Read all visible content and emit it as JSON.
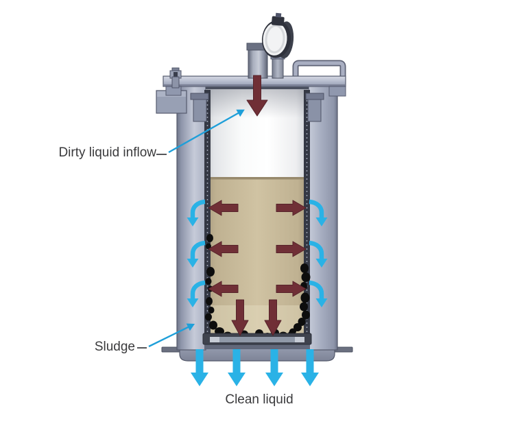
{
  "figure": {
    "type": "technical-diagram",
    "subject": "Bag filter vessel cross-section showing dirty liquid inflow, filtration through bag walls, sludge retention and clean liquid outflow",
    "labels": {
      "dirty_inflow": "Dirty liquid inflow",
      "sludge": "Sludge",
      "clean_liquid": "Clean liquid"
    },
    "colors": {
      "dirty_flow_arrow": "#702F36",
      "clean_flow_arrow": "#2AB2E6",
      "leader_line": "#1E9FD9",
      "label_text": "#3A3A3C",
      "vessel_steel_light": "#C6CBD9",
      "vessel_steel_mid": "#9AA1B6",
      "vessel_steel_dark": "#6F7589",
      "dirty_liquid_tan": "#D0C3A3",
      "filter_bag_white": "#FDFDFE",
      "sludge_black": "#0D0D0D"
    }
  }
}
